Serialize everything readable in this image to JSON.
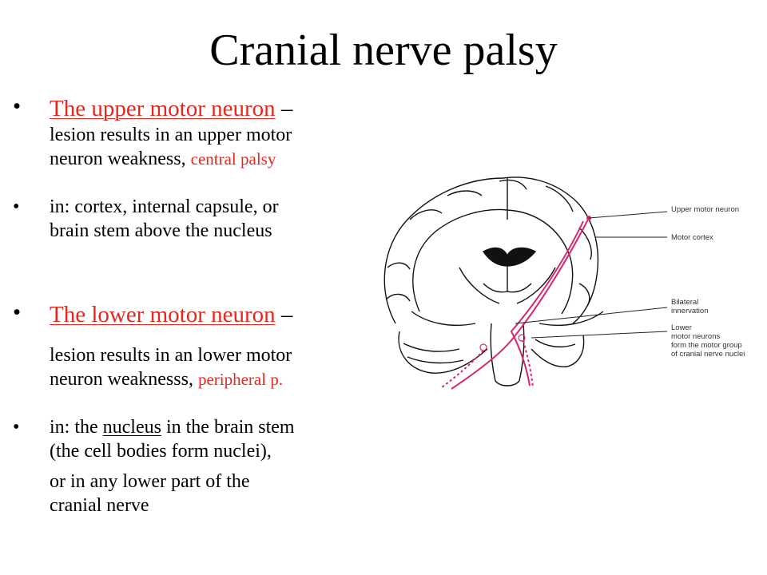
{
  "title": "Cranial nerve palsy",
  "bullets": [
    {
      "marker": "•",
      "lines": [
        {
          "lead": "The upper motor neuron",
          "rest": " –"
        },
        {
          "text": "lesion results in an upper motor"
        },
        {
          "text": "neuron weakness, ",
          "accent": "central palsy"
        }
      ]
    },
    {
      "marker": "•",
      "lines": [
        {
          "text": "in: cortex, internal capsule, or"
        },
        {
          "text": "brain stem above the nucleus"
        }
      ]
    },
    {
      "marker": "•",
      "lines": [
        {
          "lead": "The lower motor neuron",
          "rest": " –"
        },
        {
          "text": "lesion results in an lower motor"
        },
        {
          "text": "neuron weaknesss, ",
          "accent": "peripheral p."
        }
      ]
    },
    {
      "marker": "•",
      "lines": [
        {
          "pre": "in: the ",
          "underlined": "nucleus",
          "post": " in the brain stem"
        },
        {
          "text": "(the cell bodies form nuclei),"
        },
        {
          "text": "or in any lower part of the"
        },
        {
          "text": "cranial nerve"
        }
      ]
    }
  ],
  "figure": {
    "labels": {
      "upper_motor_neuron": "Upper motor neuron",
      "motor_cortex": "Motor cortex",
      "bilateral_1": "Bilateral",
      "bilateral_2": "innervation",
      "lower_1": "Lower",
      "lower_2": "motor neurons",
      "lower_3": "form the motor group",
      "lower_4": "of cranial nerve nuclei"
    },
    "pathway_color": "#d6266f"
  },
  "colors": {
    "accent_red": "#e8261c",
    "text": "#000000",
    "background": "#ffffff"
  }
}
